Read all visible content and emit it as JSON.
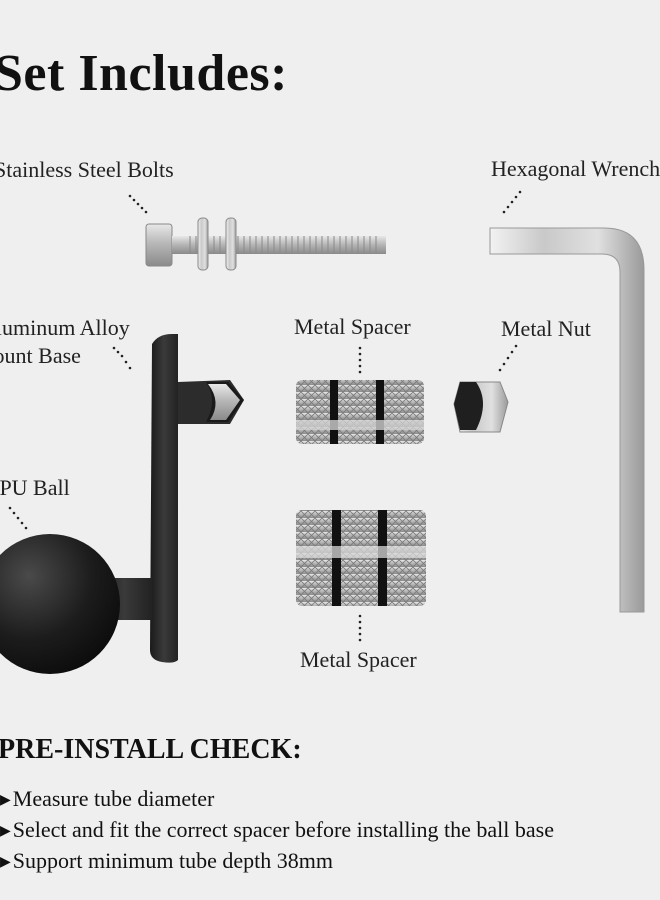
{
  "heading": "Set Includes:",
  "parts": {
    "bolts": "Stainless Steel Bolts",
    "wrench": "Hexagonal Wrench",
    "base_line1": "Aluminum Alloy",
    "base_line2": "Mount Base",
    "spacer_top": "Metal Spacer",
    "nut": "Metal Nut",
    "ball": "TPU Ball",
    "spacer_bottom": "Metal Spacer"
  },
  "check": {
    "title": "PRE-INSTALL CHECK:",
    "items": [
      "Measure tube diameter",
      "Select and fit the correct spacer before installing the ball base",
      "Support minimum tube depth 38mm"
    ]
  },
  "colors": {
    "background": "#efefef",
    "metal_dark": "#2a2a2a",
    "metal_silver": "#c8c8c8"
  },
  "icons": [
    "bullet-arrow-icon"
  ]
}
